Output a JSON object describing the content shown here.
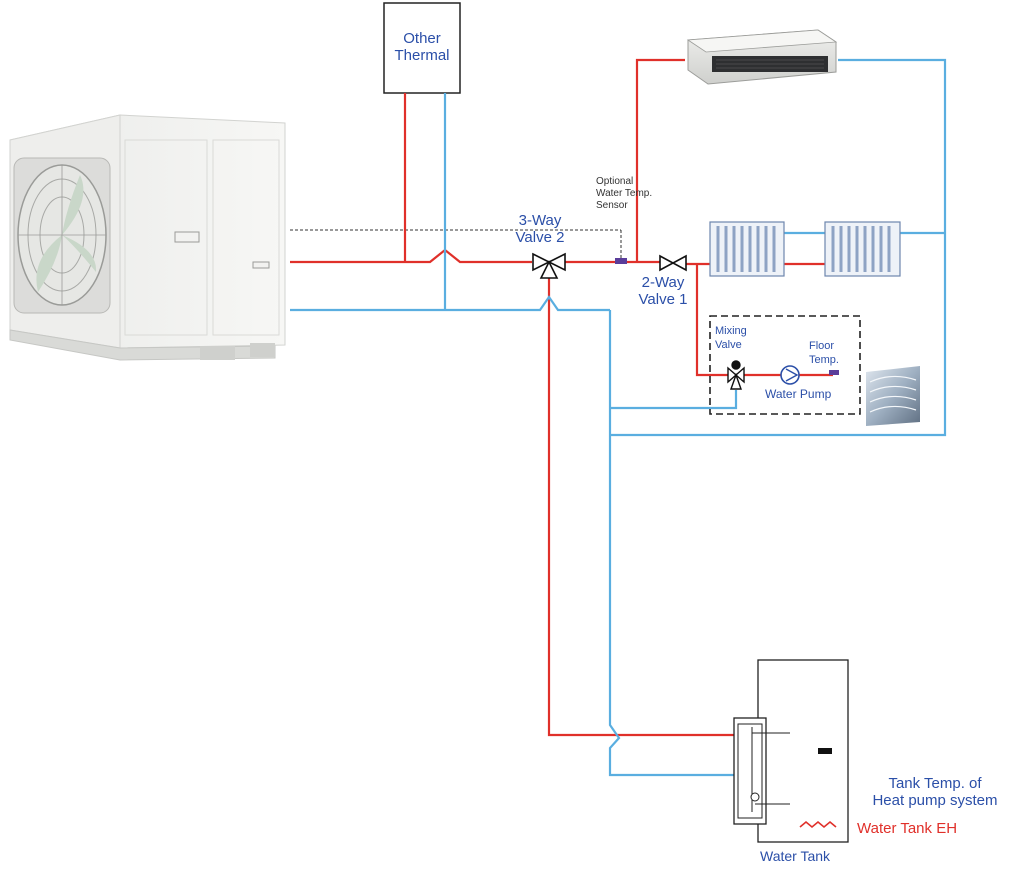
{
  "colors": {
    "supply": "#e0302a",
    "return": "#5aaee0",
    "label_blue": "#2b4fa8",
    "label_red": "#e0302a",
    "sensor": "#5a3d9a"
  },
  "labels": {
    "other_thermal": [
      "Other",
      "Thermal"
    ],
    "three_way_valve_2": [
      "3-Way",
      "Valve 2"
    ],
    "two_way_valve_1": [
      "2-Way",
      "Valve 1"
    ],
    "optional_sensor": [
      "Optional",
      "Water Temp.",
      "Sensor"
    ],
    "mixing_valve": [
      "Mixing",
      "Valve"
    ],
    "floor_temp": [
      "Floor",
      "Temp."
    ],
    "water_pump": "Water Pump",
    "tank_temp": [
      "Tank Temp. of",
      "Heat pump system"
    ],
    "water_tank_eh": "Water Tank EH",
    "water_tank": "Water Tank"
  },
  "icons": {
    "outdoor_unit": "heat-pump-outdoor-unit-icon",
    "ducted_unit": "ducted-fan-coil-icon",
    "radiator": "radiator-icon",
    "floor_heating": "floor-heating-icon",
    "valve_3way": "three-way-valve-icon",
    "valve_2way": "two-way-valve-icon",
    "mixing_valve": "mixing-valve-icon",
    "pump": "water-pump-icon",
    "heater": "electric-heater-icon",
    "sensor": "temperature-sensor-icon"
  }
}
